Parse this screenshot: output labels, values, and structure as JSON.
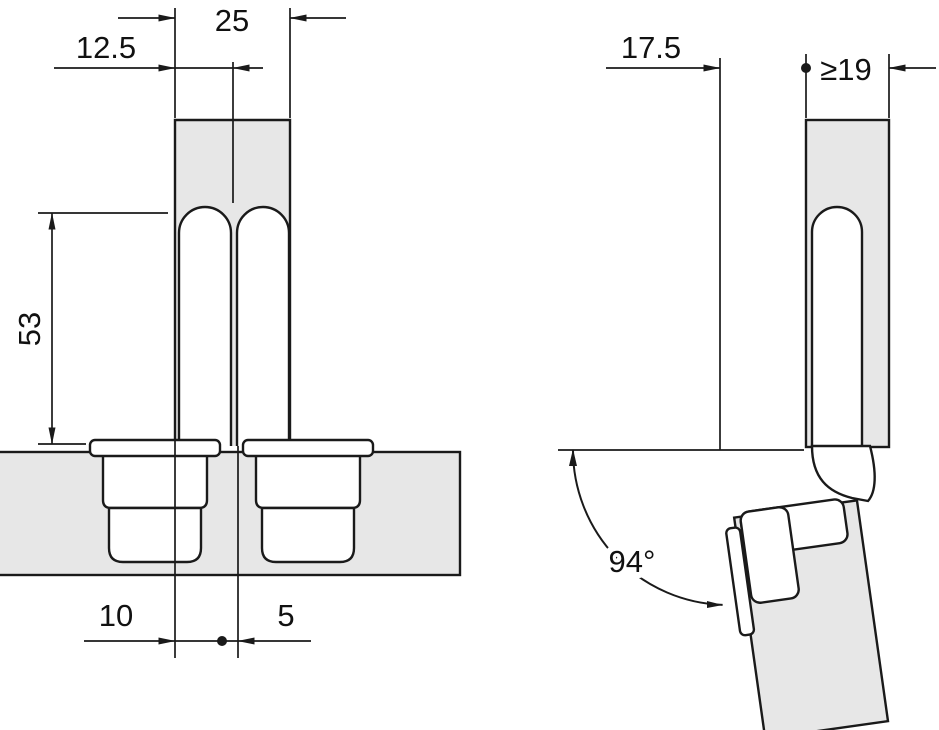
{
  "dims": {
    "door_width": "25",
    "cup_center_offset": "12.5",
    "arm_length": "53",
    "edge_distance": "10",
    "gap": "5",
    "mount_depth": "17.5",
    "min_panel_thickness": "≥19",
    "opening_angle": "94°"
  },
  "colors": {
    "panel_fill": "#e7e7e7",
    "part_fill": "#ffffff",
    "line": "#1a1a1a",
    "background": "#ffffff"
  }
}
